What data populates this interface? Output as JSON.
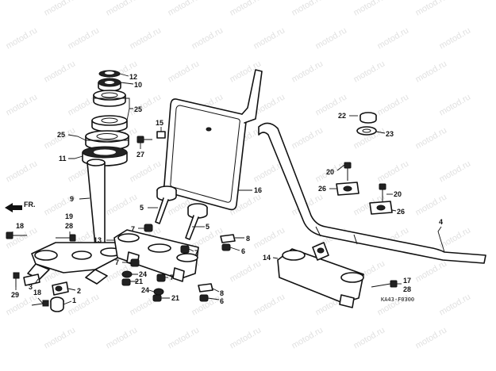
{
  "watermark": "motod.ru",
  "diagram_code": "KA43-F0300",
  "direction_label": "FR.",
  "callouts": [
    {
      "id": "c12",
      "text": "12"
    },
    {
      "id": "c10",
      "text": "10"
    },
    {
      "id": "c25a",
      "text": "25"
    },
    {
      "id": "c25b",
      "text": "25"
    },
    {
      "id": "c11",
      "text": "11"
    },
    {
      "id": "c9",
      "text": "9"
    },
    {
      "id": "c15",
      "text": "15"
    },
    {
      "id": "c27",
      "text": "27"
    },
    {
      "id": "c16",
      "text": "16"
    },
    {
      "id": "c22",
      "text": "22"
    },
    {
      "id": "c23",
      "text": "23"
    },
    {
      "id": "c20a",
      "text": "20"
    },
    {
      "id": "c26a",
      "text": "26"
    },
    {
      "id": "c20b",
      "text": "20"
    },
    {
      "id": "c26b",
      "text": "26"
    },
    {
      "id": "c4",
      "text": "4"
    },
    {
      "id": "c5a",
      "text": "5"
    },
    {
      "id": "c5b",
      "text": "5"
    },
    {
      "id": "c19",
      "text": "19"
    },
    {
      "id": "c28a",
      "text": "28"
    },
    {
      "id": "c18a",
      "text": "18"
    },
    {
      "id": "c13",
      "text": "13"
    },
    {
      "id": "c7a",
      "text": "7"
    },
    {
      "id": "c7b",
      "text": "7"
    },
    {
      "id": "c7c",
      "text": "7"
    },
    {
      "id": "c24a",
      "text": "24"
    },
    {
      "id": "c21a",
      "text": "21"
    },
    {
      "id": "c7d",
      "text": "7"
    },
    {
      "id": "c24b",
      "text": "24"
    },
    {
      "id": "c21b",
      "text": "21"
    },
    {
      "id": "c8a",
      "text": "8"
    },
    {
      "id": "c6a",
      "text": "6"
    },
    {
      "id": "c8b",
      "text": "8"
    },
    {
      "id": "c6b",
      "text": "6"
    },
    {
      "id": "c14",
      "text": "14"
    },
    {
      "id": "c17",
      "text": "17"
    },
    {
      "id": "c28b",
      "text": "28"
    },
    {
      "id": "c3",
      "text": "3"
    },
    {
      "id": "c2",
      "text": "2"
    },
    {
      "id": "c29",
      "text": "29"
    },
    {
      "id": "c18b",
      "text": "18"
    },
    {
      "id": "c1",
      "text": "1"
    }
  ]
}
